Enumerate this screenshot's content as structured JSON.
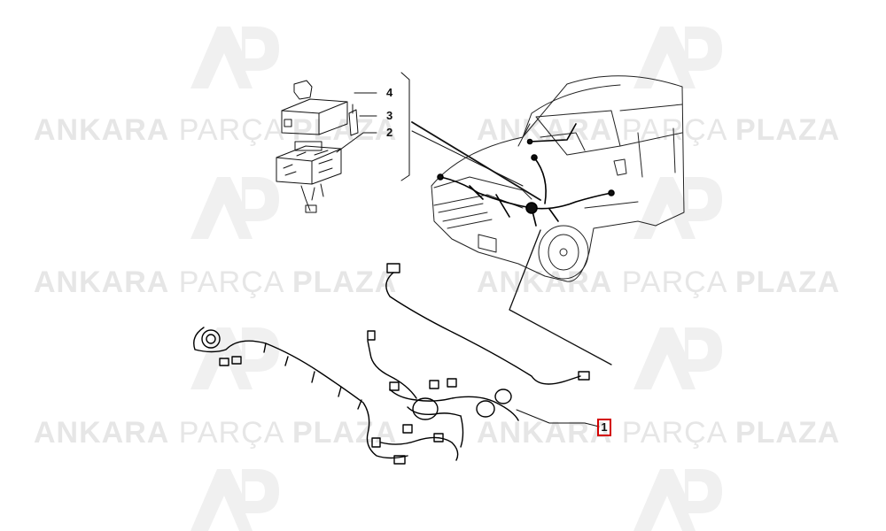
{
  "watermark": {
    "brand_bold_1": "ANKARA",
    "brand_light": "PARÇA",
    "brand_bold_2": "PLAZA",
    "logo_icon": "ap-logo-icon",
    "color": "#e6e6e6",
    "logo_color": "#f0f0f0"
  },
  "callouts": {
    "label_1": "1",
    "label_2": "2",
    "label_3": "3",
    "label_4": "4",
    "highlight_color": "#d40000"
  },
  "diagram": {
    "line_color": "#111111"
  }
}
